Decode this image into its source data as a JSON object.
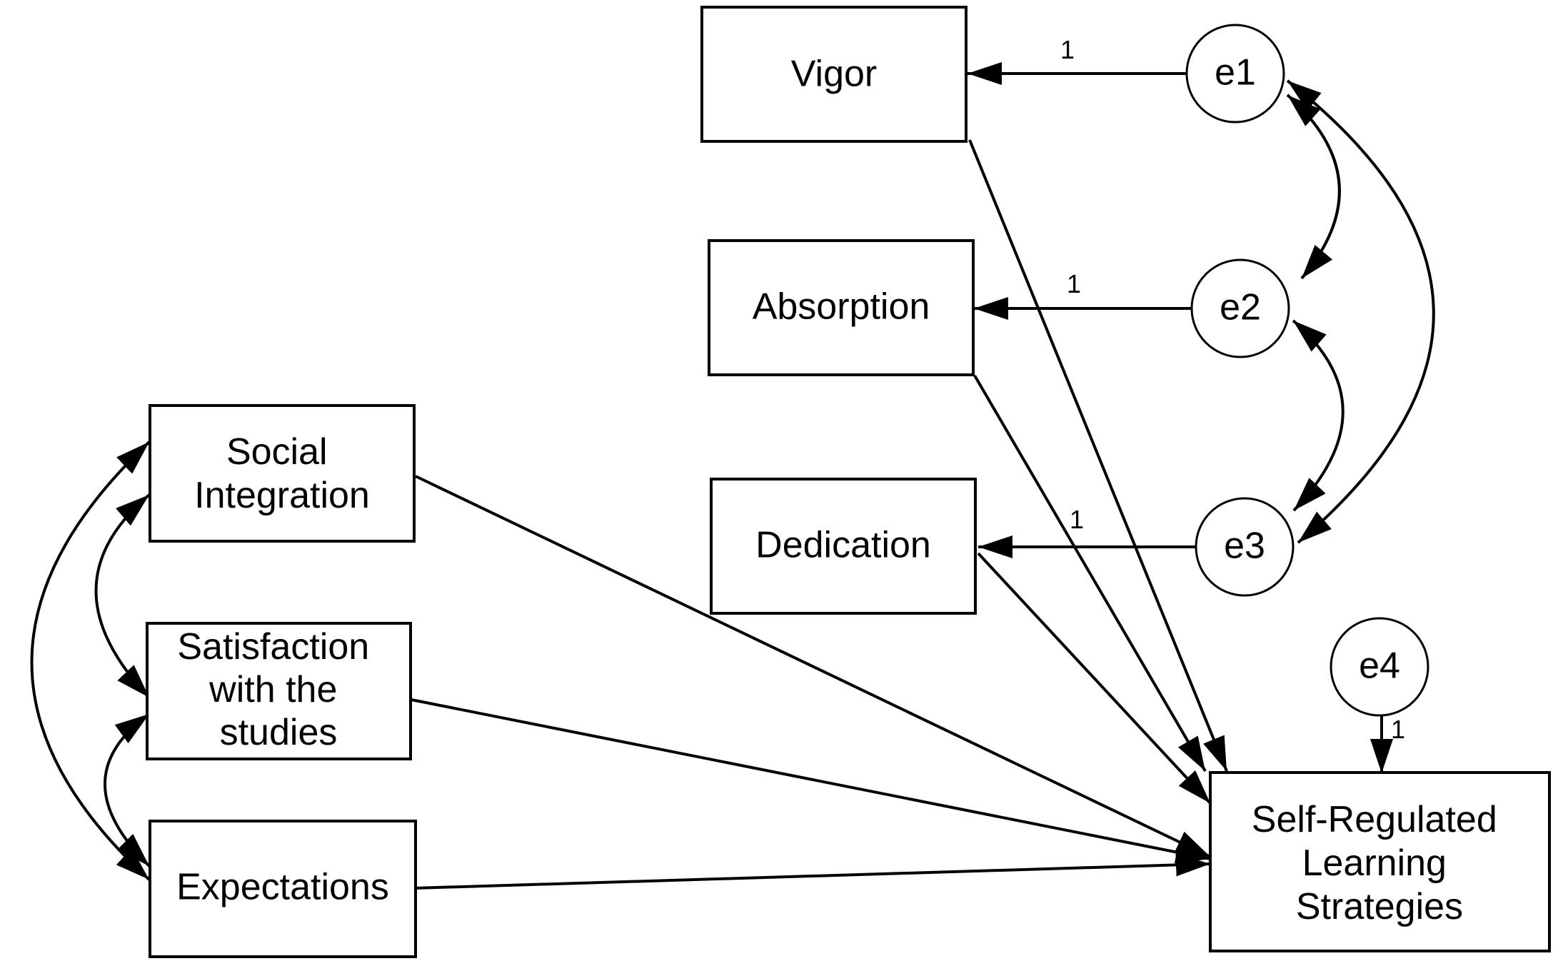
{
  "diagram": {
    "observed": {
      "vigor": "Vigor",
      "absorption": "Absorption",
      "dedication": "Dedication",
      "social_integration": [
        "Social",
        "Integration"
      ],
      "satisfaction": [
        "Satisfaction",
        "with the",
        "studies"
      ],
      "expectations": "Expectations",
      "srls": [
        "Self-Regulated",
        "Learning",
        "Strategies"
      ]
    },
    "errors": {
      "e1": "e1",
      "e2": "e2",
      "e3": "e3",
      "e4": "e4"
    },
    "weights": {
      "e1_vigor": "1",
      "e2_absorption": "1",
      "e3_dedication": "1",
      "e4_srls": "1"
    }
  }
}
